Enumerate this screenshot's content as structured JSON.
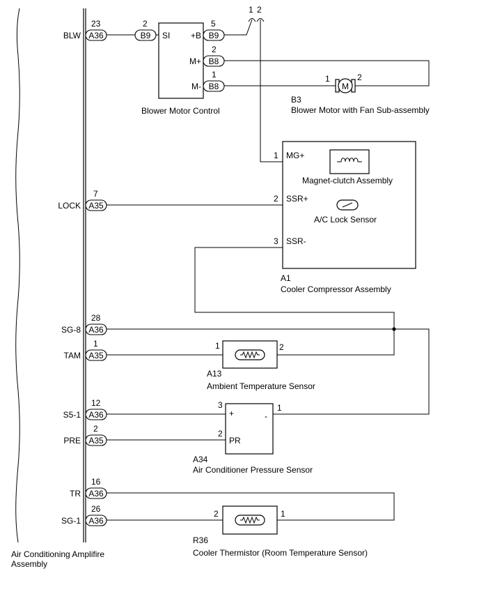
{
  "amplifier": {
    "name_line1": "Air Conditioning Amplifire",
    "name_line2": "Assembly",
    "pins": {
      "blw": {
        "pin": "23",
        "conn": "A36",
        "label": "BLW"
      },
      "lock": {
        "pin": "7",
        "conn": "A35",
        "label": "LOCK"
      },
      "sg8": {
        "pin": "28",
        "conn": "A36",
        "label": "SG-8"
      },
      "tam": {
        "pin": "1",
        "conn": "A35",
        "label": "TAM"
      },
      "s51": {
        "pin": "12",
        "conn": "A36",
        "label": "S5-1"
      },
      "pre": {
        "pin": "2",
        "conn": "A35",
        "label": "PRE"
      },
      "tr": {
        "pin": "16",
        "conn": "A36",
        "label": "TR"
      },
      "sg1": {
        "pin": "26",
        "conn": "A36",
        "label": "SG-1"
      }
    }
  },
  "blower_control": {
    "name": "Blower Motor Control",
    "si": {
      "pin": "2",
      "conn": "B9",
      "label": "SI"
    },
    "pb": {
      "pin": "5",
      "conn": "B9",
      "label": "+B"
    },
    "mp": {
      "pin": "2",
      "conn": "B8",
      "label": "M+"
    },
    "mm": {
      "pin": "1",
      "conn": "B8",
      "label": "M-"
    }
  },
  "offpage": {
    "n1": "1",
    "n2": "2"
  },
  "blower_motor": {
    "code": "B3",
    "name": "Blower Motor with Fan Sub-assembly",
    "pin1": "1",
    "pin2": "2",
    "symbol": "M"
  },
  "compressor": {
    "code": "A1",
    "name": "Cooler Compressor Assembly",
    "mg": {
      "pin": "1",
      "label": "MG+"
    },
    "ssrp": {
      "pin": "2",
      "label": "SSR+"
    },
    "ssrm": {
      "pin": "3",
      "label": "SSR-"
    },
    "clutch_name": "Magnet-clutch Assembly",
    "lock_sensor_name": "A/C Lock Sensor"
  },
  "ambient_sensor": {
    "code": "A13",
    "name": "Ambient Temperature Sensor",
    "pin1": "1",
    "pin2": "2"
  },
  "pressure_sensor": {
    "code": "A34",
    "name": "Air Conditioner Pressure Sensor",
    "pin3": "3",
    "pin2": "2",
    "pin1": "1",
    "plus": "+",
    "minus": "-",
    "pr": "PR"
  },
  "thermistor": {
    "code": "R36",
    "name": "Cooler Thermistor (Room Temperature Sensor)",
    "pin2": "2",
    "pin1": "1"
  }
}
